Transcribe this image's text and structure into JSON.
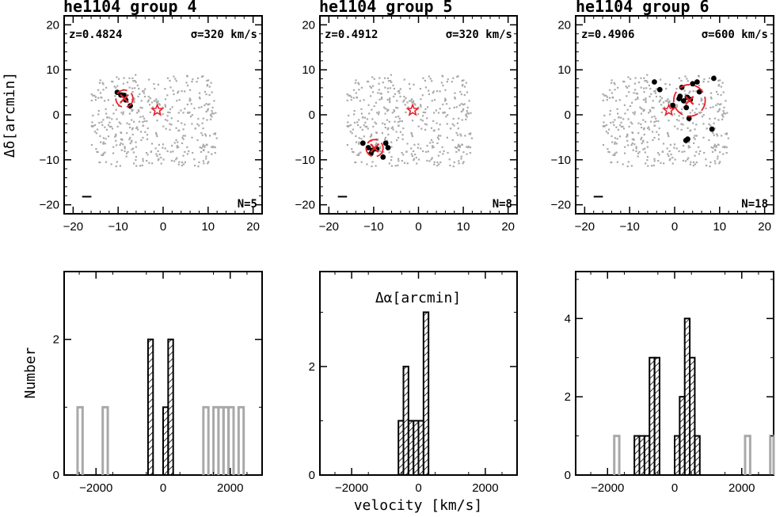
{
  "chart_data": [
    {
      "type": "scatter",
      "title": "he1104 group 4",
      "redshift_label": "z=0.4824",
      "sigma_label": "σ=320 km/s",
      "n_label": "N=5",
      "xlabel": "",
      "ylabel": "Δδ[arcmin]",
      "xlim": [
        -22,
        22
      ],
      "ylim": [
        -22,
        22
      ],
      "xticks": [
        -20,
        -10,
        0,
        10,
        20
      ],
      "yticks": [
        -20,
        -10,
        0,
        10,
        20
      ],
      "members": [
        [
          -10.2,
          5.0
        ],
        [
          -9.4,
          4.4
        ],
        [
          -8.7,
          4.3
        ],
        [
          -8.3,
          3.3
        ],
        [
          -7.3,
          2.0
        ]
      ],
      "lens": [
        -1.3,
        1.0
      ],
      "center": [
        -8.6,
        3.6
      ],
      "circle_radius": 1.9,
      "circle_color": "#e8202a",
      "scale_bar": [
        -18,
        -17
      ]
    },
    {
      "type": "scatter",
      "title": "he1104 group 5",
      "redshift_label": "z=0.4912",
      "sigma_label": "σ=320 km/s",
      "n_label": "N=8",
      "xlabel": "Δα[arcmin]",
      "ylabel": "",
      "xlim": [
        -22,
        22
      ],
      "ylim": [
        -22,
        22
      ],
      "xticks": [
        -20,
        -10,
        0,
        10,
        20
      ],
      "yticks": [
        -20,
        -10,
        0,
        10,
        20
      ],
      "members": [
        [
          -12.4,
          -6.3
        ],
        [
          -11.2,
          -7.3
        ],
        [
          -10.6,
          -8.6
        ],
        [
          -9.3,
          -7.6
        ],
        [
          -7.3,
          -6.3
        ],
        [
          -6.8,
          -7.3
        ],
        [
          -7.9,
          -9.4
        ],
        [
          -10.3,
          -7.9
        ]
      ],
      "lens": [
        -1.3,
        1.0
      ],
      "center": [
        -9.8,
        -7.4
      ],
      "circle_radius": 1.9,
      "circle_color": "#e8202a",
      "scale_bar": [
        -18,
        -17
      ]
    },
    {
      "type": "scatter",
      "title": "he1104 group 6",
      "redshift_label": "z=0.4906",
      "sigma_label": "σ=600 km/s",
      "n_label": "N=18",
      "xlabel": "",
      "ylabel": "",
      "xlim": [
        -22,
        22
      ],
      "ylim": [
        -22,
        22
      ],
      "xticks": [
        -20,
        -10,
        0,
        10,
        20
      ],
      "yticks": [
        -20,
        -10,
        0,
        10,
        20
      ],
      "members": [
        [
          -4.5,
          7.3
        ],
        [
          -3.3,
          5.6
        ],
        [
          -0.4,
          2.1
        ],
        [
          1.2,
          4.1
        ],
        [
          1.6,
          6.1
        ],
        [
          2.0,
          3.1
        ],
        [
          2.8,
          3.9
        ],
        [
          4.0,
          6.9
        ],
        [
          5.0,
          7.3
        ],
        [
          5.5,
          5.1
        ],
        [
          8.7,
          8.1
        ],
        [
          8.3,
          -3.2
        ],
        [
          3.2,
          -0.8
        ],
        [
          2.9,
          -5.4
        ],
        [
          2.5,
          -5.7
        ],
        [
          2.6,
          1.6
        ],
        [
          1.0,
          3.6
        ],
        [
          3.5,
          3.4
        ]
      ],
      "lens": [
        -1.3,
        1.0
      ],
      "center": [
        3.3,
        3.2
      ],
      "circle_radius": 3.5,
      "circle_color": "#e8202a",
      "scale_bar": [
        -18,
        -17
      ]
    },
    {
      "type": "bar",
      "xlabel": "",
      "ylabel": "Number",
      "xlim": [
        -2950,
        2950
      ],
      "ylim": [
        0,
        3.0
      ],
      "xticks": [
        -2000,
        0,
        2000
      ],
      "yticks": [
        0,
        2
      ],
      "bin_width": 150,
      "member_bins": [
        [
          -375,
          2
        ],
        [
          75,
          1
        ],
        [
          225,
          2
        ]
      ],
      "other_bins": [
        [
          -2475,
          1
        ],
        [
          -1725,
          1
        ],
        [
          1275,
          1
        ],
        [
          1575,
          1
        ],
        [
          1725,
          1
        ],
        [
          1875,
          1
        ],
        [
          2025,
          1
        ],
        [
          2325,
          1
        ]
      ]
    },
    {
      "type": "bar",
      "xlabel": "velocity [km/s]",
      "ylabel": "",
      "xlim": [
        -2950,
        2950
      ],
      "ylim": [
        0,
        3.75
      ],
      "xticks": [
        -2000,
        0,
        2000
      ],
      "yticks": [
        0,
        2
      ],
      "bin_width": 150,
      "member_bins": [
        [
          -525,
          1
        ],
        [
          -375,
          2
        ],
        [
          -225,
          1
        ],
        [
          -75,
          1
        ],
        [
          75,
          1
        ],
        [
          225,
          3
        ]
      ],
      "other_bins": []
    },
    {
      "type": "bar",
      "xlabel": "",
      "ylabel": "",
      "xlim": [
        -2950,
        2950
      ],
      "ylim": [
        0,
        5.2
      ],
      "xticks": [
        -2000,
        0,
        2000
      ],
      "yticks": [
        0,
        2,
        4
      ],
      "bin_width": 150,
      "member_bins": [
        [
          -1125,
          1
        ],
        [
          -975,
          1
        ],
        [
          -825,
          1
        ],
        [
          -675,
          3
        ],
        [
          -525,
          3
        ],
        [
          75,
          1
        ],
        [
          225,
          2
        ],
        [
          375,
          4
        ],
        [
          525,
          3
        ],
        [
          675,
          1
        ]
      ],
      "other_bins": [
        [
          -1725,
          1
        ],
        [
          2175,
          1
        ],
        [
          2925,
          1
        ]
      ]
    }
  ]
}
